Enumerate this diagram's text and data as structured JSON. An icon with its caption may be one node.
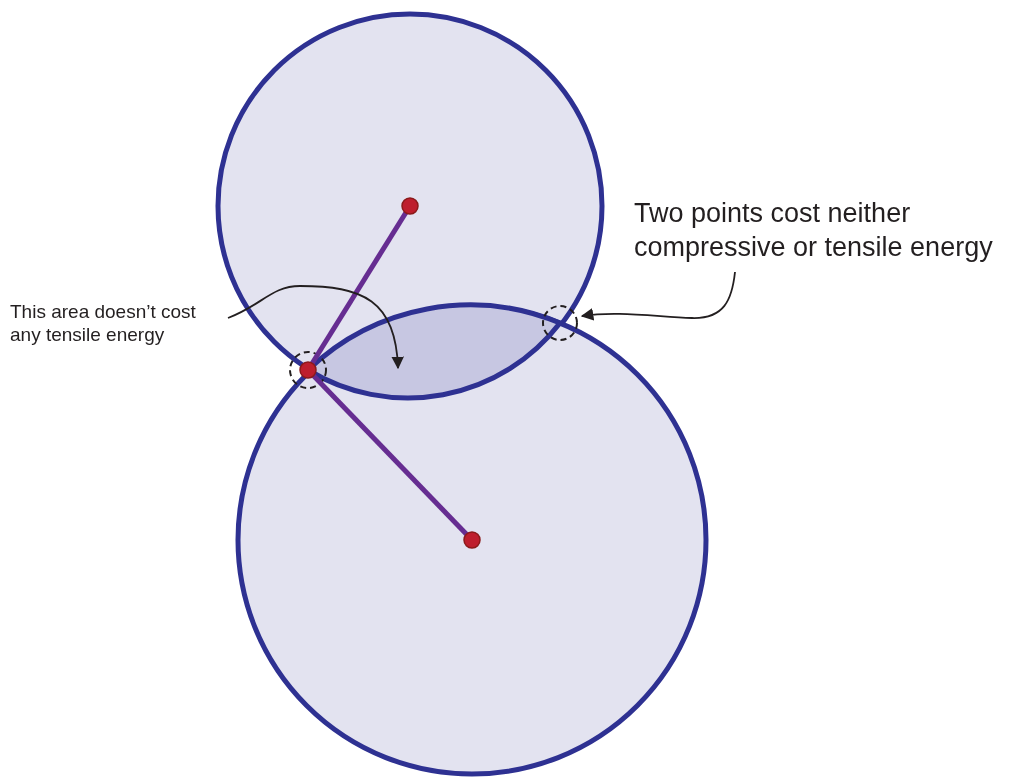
{
  "diagram": {
    "nodes": [
      {
        "text": [
          "This area doesn’t cost any tensile energy"
        ]
      },
      {
        "text": [
          "Two points cost neither compressive or tensile energy"
        ]
      },
      {
        "text": [],
        "shape": "lens"
      },
      {
        "text": [],
        "shape": "circle"
      },
      {
        "text": [],
        "shape": "circle"
      }
    ],
    "edges": [
      {
        "from": 0,
        "to": 2,
        "arrow": "to"
      },
      {
        "from": 1,
        "to": 4,
        "arrow": "to"
      }
    ]
  }
}
